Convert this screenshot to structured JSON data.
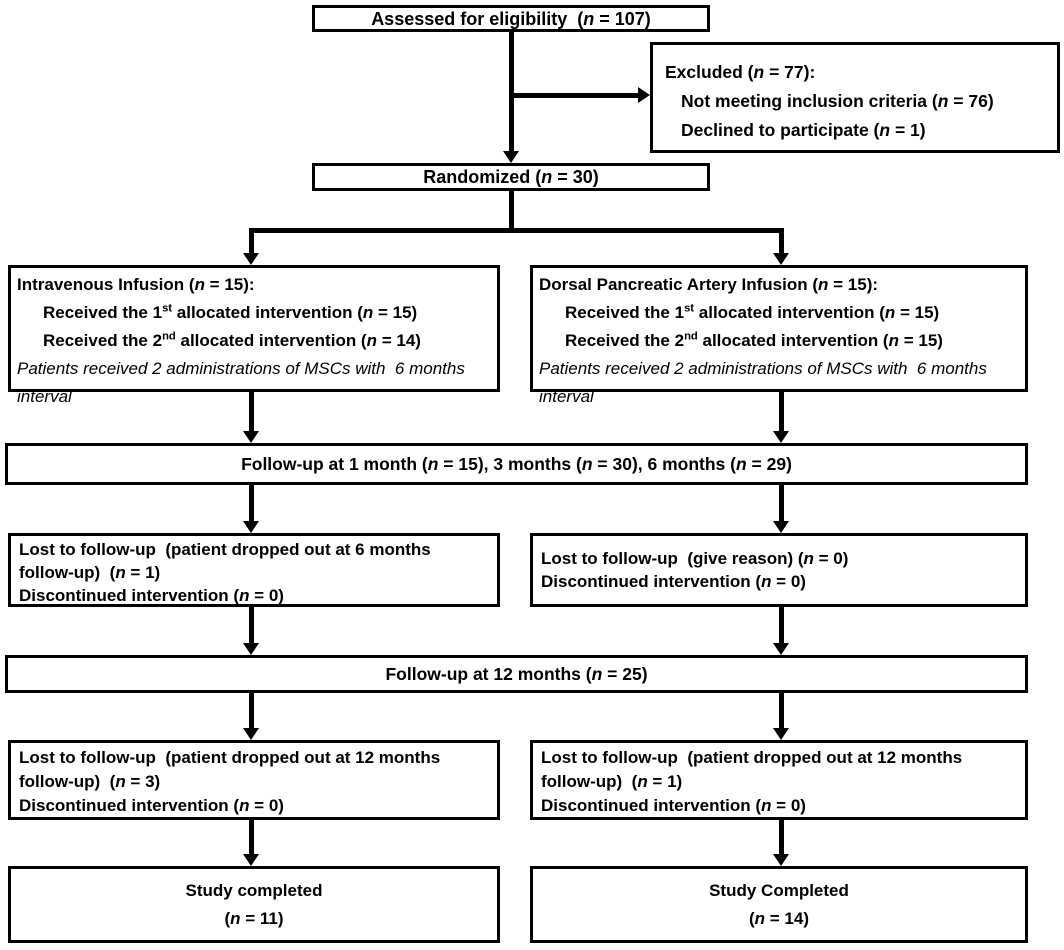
{
  "figure": {
    "kind": "CONSORT participant flow diagram",
    "colors": {
      "ink": "#000000",
      "background": "#ffffff"
    }
  },
  "boxes": {
    "assessed": {
      "lines": [
        "Assessed for eligibility  (n = 107)"
      ]
    },
    "excluded": {
      "lines": [
        "Excluded (n = 77):",
        "Not meeting inclusion criteria (n = 76)",
        "Declined to participate (n = 1)"
      ]
    },
    "randomized": {
      "lines": [
        "Randomized (n = 30)"
      ]
    },
    "allocation_left": {
      "lines": [
        "Intravenous Infusion (n = 15):",
        "Received the 1st allocated intervention (n = 15)",
        "Received the 2nd allocated intervention (n = 14)",
        "Patients received 2 administrations of MSCs with  6 months interval"
      ]
    },
    "allocation_right": {
      "lines": [
        "Dorsal Pancreatic Artery Infusion (n = 15):",
        "Received the 1st allocated intervention (n = 15)",
        "Received the 2nd allocated intervention (n = 15)",
        "Patients received 2 administrations of MSCs with  6 months interval"
      ]
    },
    "followup_early": {
      "lines": [
        "Follow-up at 1 month (n = 15), 3 months (n = 30), 6 months (n = 29)"
      ]
    },
    "lost6_left": {
      "lines": [
        "Lost to follow-up  (patient dropped out at 6 months follow-up)  (n = 1)",
        "Discontinued intervention (n = 0)"
      ]
    },
    "lost6_right": {
      "lines": [
        "Lost to follow-up  (give reason) (n = 0)",
        "Discontinued intervention (n = 0)"
      ]
    },
    "followup_12": {
      "lines": [
        "Follow-up at 12 months (n = 25)"
      ]
    },
    "lost12_left": {
      "lines": [
        "Lost to follow-up  (patient dropped out at 12 months follow-up)  (n = 3)",
        "Discontinued intervention (n = 0)"
      ]
    },
    "lost12_right": {
      "lines": [
        "Lost to follow-up  (patient dropped out at 12 months follow-up)  (n = 1)",
        "Discontinued intervention (n = 0)"
      ]
    },
    "completed_left": {
      "lines": [
        "Study completed",
        "(n = 11)"
      ]
    },
    "completed_right": {
      "lines": [
        "Study Completed",
        "(n = 14)"
      ]
    }
  }
}
